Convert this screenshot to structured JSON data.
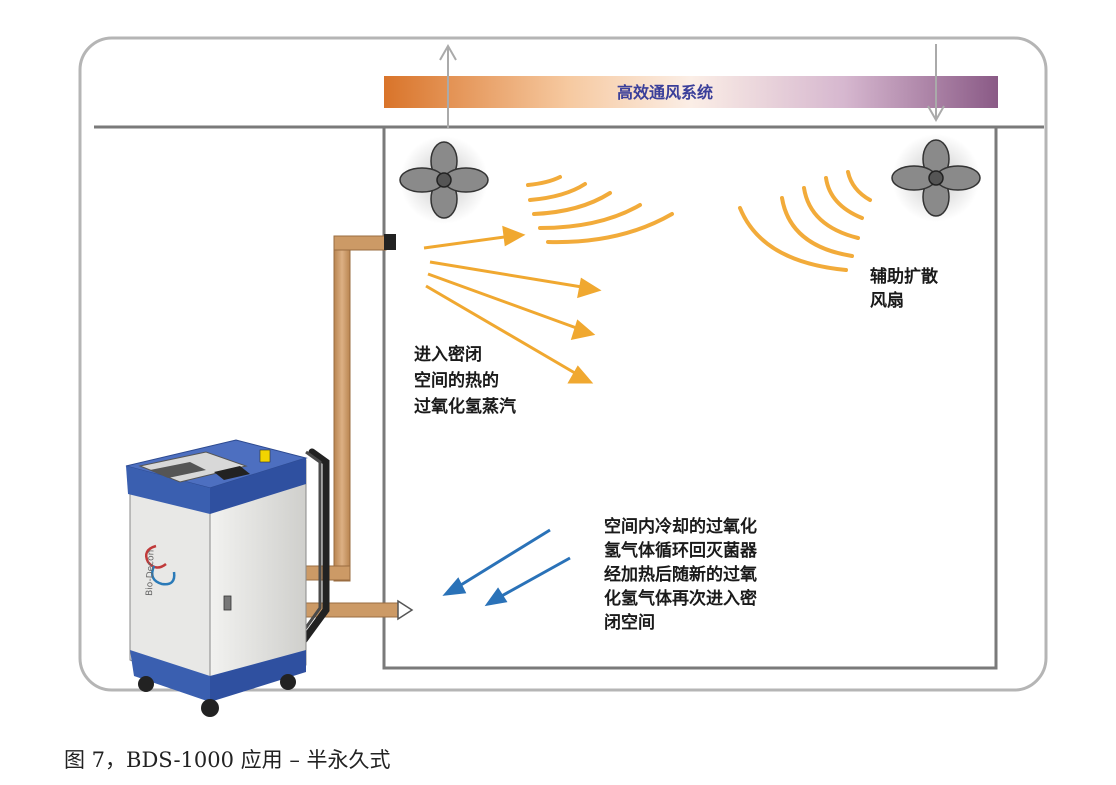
{
  "ventilation": {
    "label": "高效通风系统"
  },
  "fan_label": [
    "辅助扩散",
    "风扇"
  ],
  "hot_vapor_label": [
    "进入密闭",
    "空间的热的",
    "过氧化氢蒸汽"
  ],
  "return_label": [
    "空间内冷却的过氧化",
    "氢气体循环回灭菌器",
    "经加热后随新的过氧",
    "化氢气体再次进入密",
    "闭空间"
  ],
  "device": {
    "logo_text": "Bio-Decon"
  },
  "caption": "图 7，BDS-1000 应用 – 半永久式",
  "colors": {
    "banner_left": "#e07a2a",
    "banner_right": "#8a5a86",
    "vapor_arrow": "#f0a830",
    "return_arrow": "#2a72b8",
    "duct": "#c8965e",
    "device_blue": "#3a5fb0",
    "wall": "#7a7a7a"
  },
  "icons": [
    "fan-icon",
    "arrow-up-icon",
    "arrow-down-icon"
  ]
}
